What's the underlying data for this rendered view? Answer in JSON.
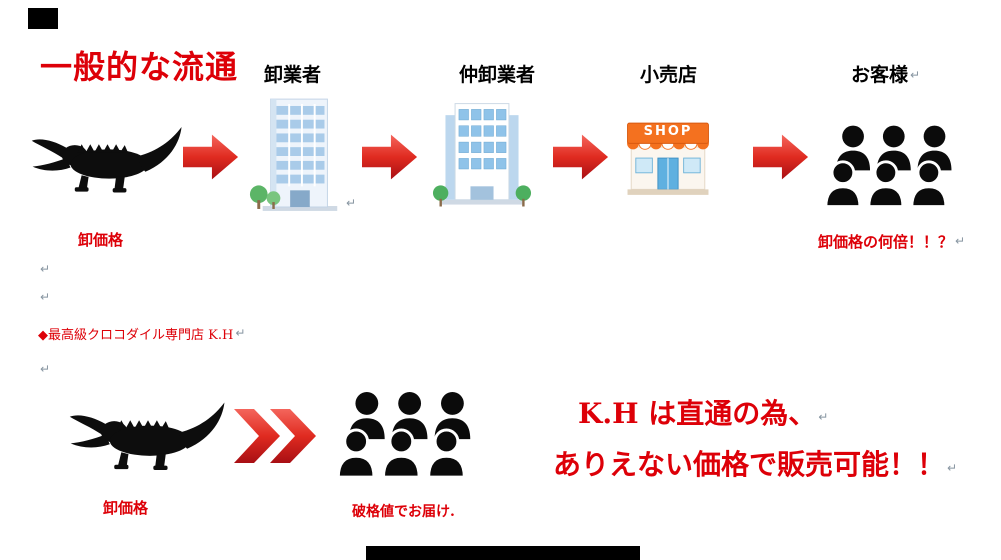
{
  "colors": {
    "red": "#dd0008",
    "mark": "#8795a1"
  },
  "title": "一般的な流通",
  "flow": {
    "stage_labels": [
      "卸業者",
      "仲卸業者",
      "小売店",
      "お客様"
    ],
    "shop_sign": "SHOP",
    "source_caption": "卸価格",
    "result_caption": "卸価格の何倍！！？"
  },
  "kh": {
    "heading": "◆最高級クロコダイル専門店 K.H",
    "source_caption": "卸価格",
    "delivery_caption": "破格値でお届け.",
    "claim_line1": "K.H は直通の為、",
    "claim_line2": "ありえない価格で販売可能！！"
  },
  "paragraph_mark": "↵"
}
